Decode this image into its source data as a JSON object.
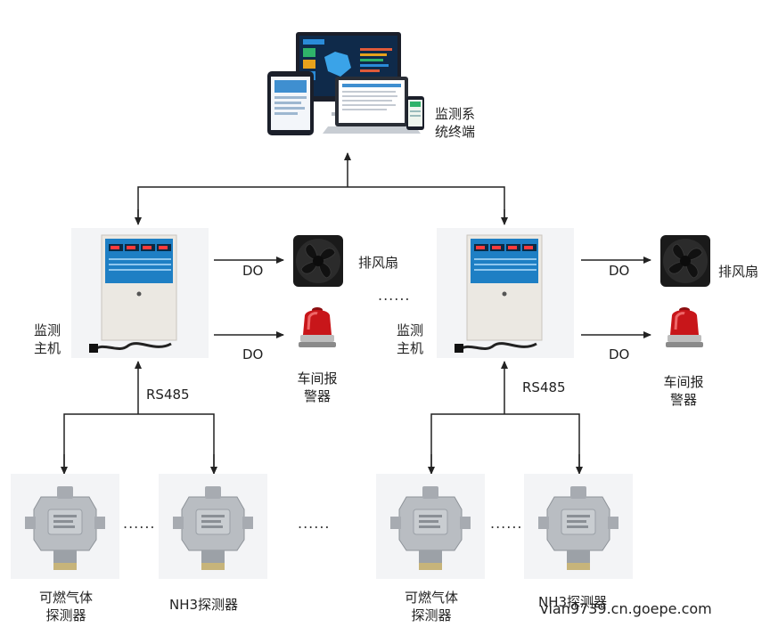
{
  "terminal": {
    "label_line1": "监测系",
    "label_line2": "统终端"
  },
  "hosts": [
    {
      "label_line1": "监测",
      "label_line2": "主机",
      "bus_label": "RS485"
    },
    {
      "label_line1": "监测",
      "label_line2": "主机",
      "bus_label": "RS485"
    }
  ],
  "outputs": [
    {
      "signal": "DO",
      "device": "排风扇"
    },
    {
      "signal": "DO",
      "device_line1": "车间报",
      "device_line2": "警器"
    },
    {
      "signal": "DO",
      "device": "排风扇"
    },
    {
      "signal": "DO",
      "device_line1": "车间报",
      "device_line2": "警器"
    }
  ],
  "detectors": [
    {
      "label_line1": "可燃气体",
      "label_line2": "探测器"
    },
    {
      "label": "NH3探测器"
    },
    {
      "label_line1": "可燃气体",
      "label_line2": "探测器"
    },
    {
      "label": "NH3探测器"
    }
  ],
  "ellipsis": [
    "......",
    "......",
    "......",
    "......"
  ],
  "watermark": "vian9739.cn.goepe.com",
  "colors": {
    "line": "#222222",
    "panel_blue": "#1e7fc4",
    "host_body": "#ebe8e2",
    "alarm_red": "#c8161a"
  }
}
